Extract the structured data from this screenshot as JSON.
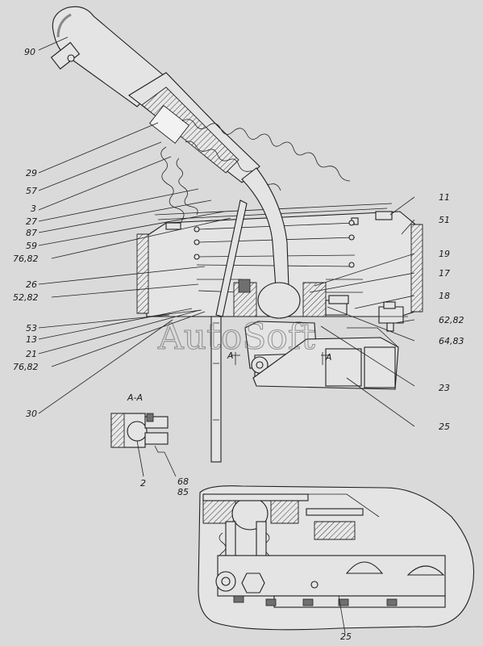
{
  "watermark": "AutoSoft",
  "section_labels": {
    "main_title": "A-A",
    "marker_left": "A",
    "marker_right": "A"
  },
  "callouts": {
    "c90": "90",
    "c29": "29",
    "c57": "57",
    "c3": "3",
    "c27": "27",
    "c87": "87",
    "c59": "59",
    "c7682a": "76,82",
    "c26": "26",
    "c5282": "52,82",
    "c53": "53",
    "c13": "13",
    "c21": "21",
    "c7682b": "76,82",
    "c30": "30",
    "c2": "2",
    "c68": "68",
    "c85": "85",
    "c11": "11",
    "c51": "51",
    "c19": "19",
    "c17": "17",
    "c18": "18",
    "c6282": "62,82",
    "c6483": "64,83",
    "c23": "23",
    "c25a": "25",
    "c25b": "25"
  }
}
